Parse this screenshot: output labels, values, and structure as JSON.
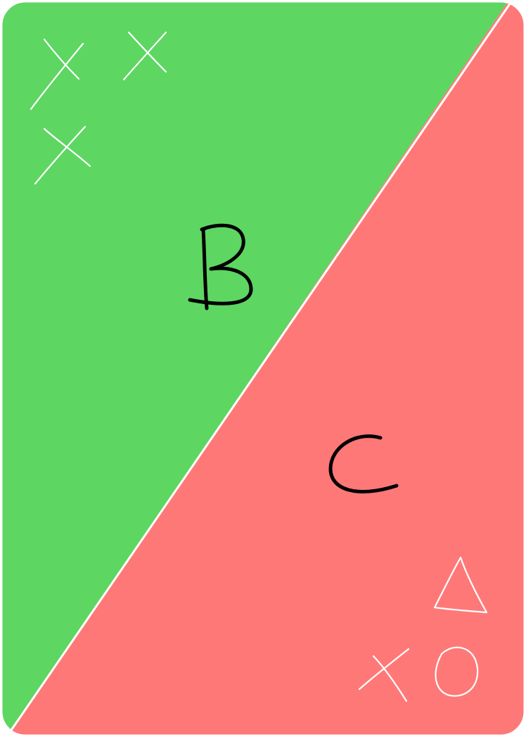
{
  "card": {
    "colors": {
      "green_region": "#5dd662",
      "red_region": "#ff7878",
      "divider": "#ffffff",
      "letter_ink": "#000000",
      "mark_ink": "#ffffff"
    },
    "regions": [
      {
        "name": "green-region",
        "letter": "B",
        "marks": [
          "x-mark",
          "x-mark",
          "x-mark"
        ]
      },
      {
        "name": "red-region",
        "letter": "C",
        "marks": [
          "triangle-mark",
          "x-mark",
          "circle-mark"
        ]
      }
    ]
  }
}
